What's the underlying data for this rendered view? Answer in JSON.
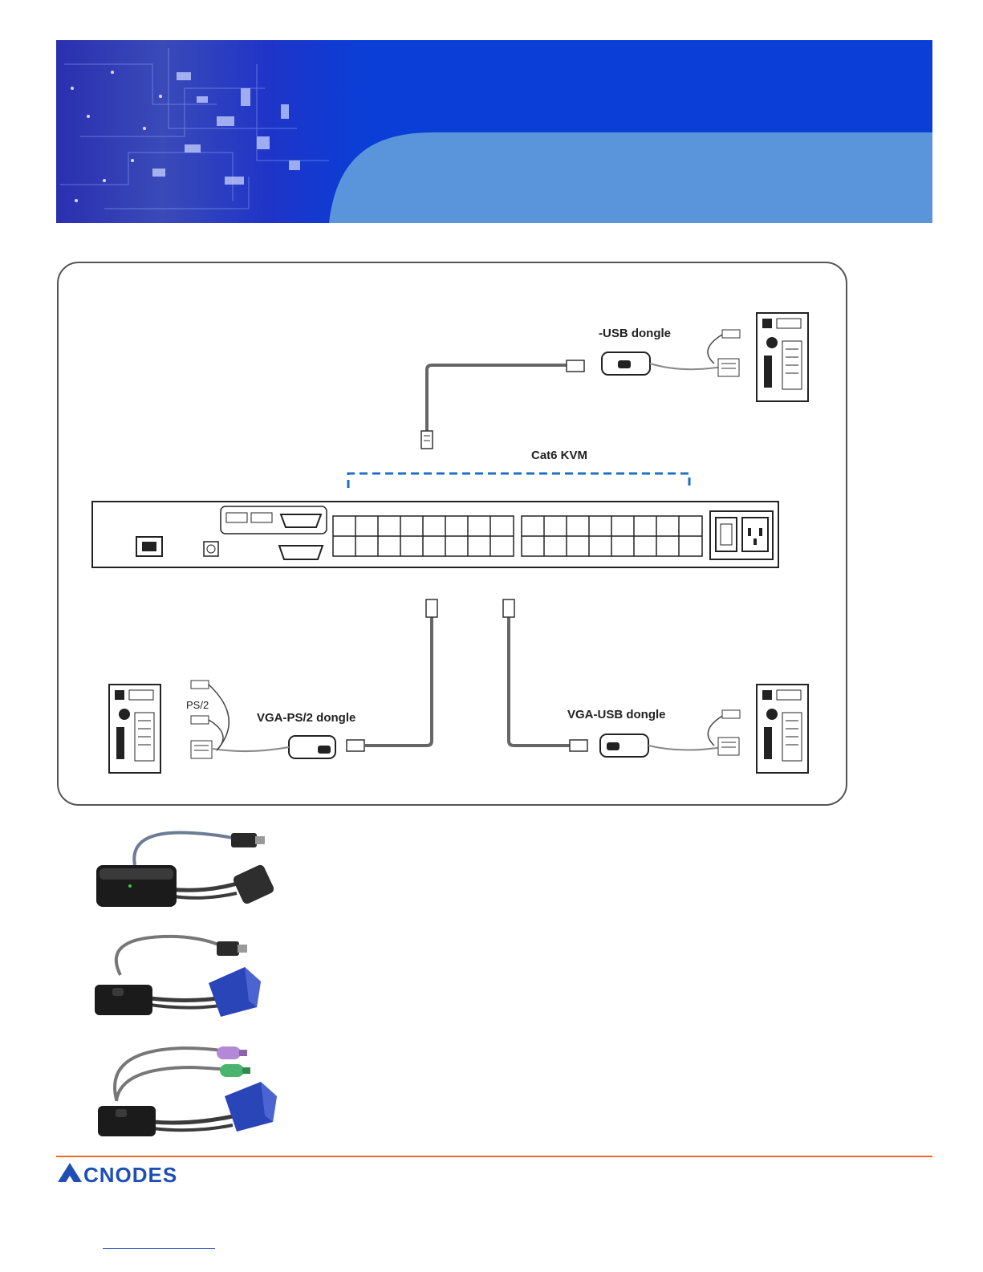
{
  "diagram": {
    "labels": {
      "top_dongle": "-USB dongle",
      "cat6": "Cat6 KVM",
      "ps2": "PS/2",
      "ps2_dongle": "VGA-PS/2 dongle",
      "bottom_usb_dongle": "VGA-USB dongle"
    }
  },
  "logo": {
    "text": "ACNODES"
  },
  "colors": {
    "banner_blue": "#0a3ed6",
    "banner_light": "#5a95dc",
    "accent_orange": "#ef6a2a",
    "dashed_blue": "#1f6fc4",
    "logo_blue": "#1f4fb4"
  }
}
